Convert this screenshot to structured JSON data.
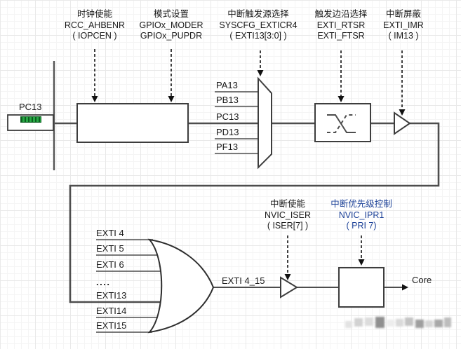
{
  "top_registers": [
    {
      "function": "时钟使能",
      "register": "RCC_AHBENR",
      "bits": "( IOPCEN )"
    },
    {
      "function": "模式设置",
      "register": "GPIOx_MODER",
      "bits": "GPIOx_PUPDR"
    },
    {
      "function": "中断触发源选择",
      "register": "SYSCFG_EXTICR4",
      "bits": "( EXTI13[3:0] )"
    },
    {
      "function": "触发边沿选择",
      "register": "EXTI_RTSR",
      "bits": "EXTI_FTSR"
    },
    {
      "function": "中断屏蔽",
      "register": "EXTI_IMR",
      "bits": "( IM13 )"
    }
  ],
  "nvic_registers": [
    {
      "function": "中断使能",
      "register": "NVIC_ISER",
      "bits": "( ISER[7] )"
    },
    {
      "function": "中断优先级控制",
      "register": "NVIC_IPR1",
      "bits": "( PRI 7)"
    }
  ],
  "pin": {
    "label": "PC13"
  },
  "mux": {
    "inputs": [
      "PA13",
      "PB13",
      "PC13",
      "PD13",
      "PF13"
    ]
  },
  "exti_lines": [
    "EXTI 4",
    "EXTI 5",
    "EXTI 6",
    "....",
    "EXTI13",
    "EXTI14",
    "EXTI15"
  ],
  "or_output": {
    "label": "EXTI 4_15"
  },
  "core": {
    "label": "Core"
  },
  "colors": {
    "line": "#4d4d4d",
    "text": "#1a1a1a",
    "priority_label_blue": "#1b4097",
    "watermark_green": "#27a844"
  }
}
